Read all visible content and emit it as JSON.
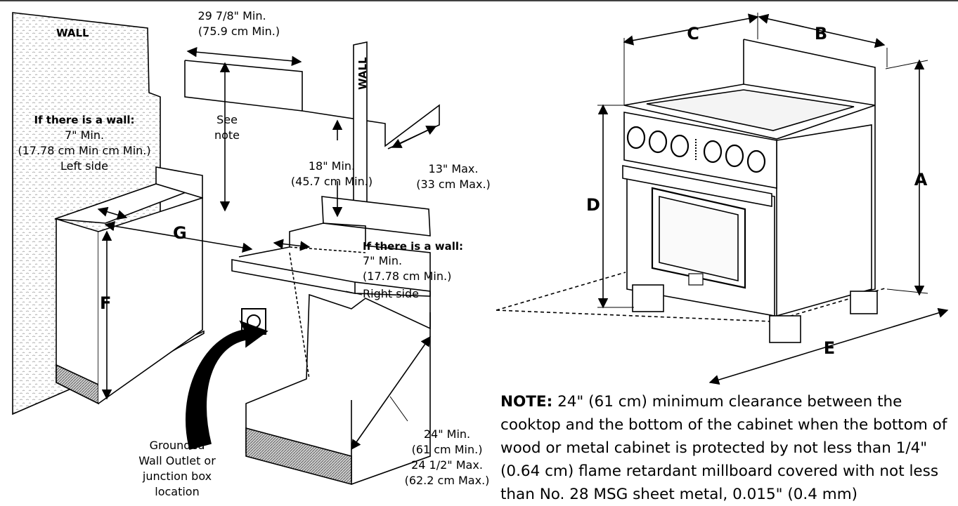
{
  "left": {
    "wall_top_left": "WALL",
    "wall_vertical": "WALL",
    "width_line1": "29 7/8\" Min.",
    "width_line2": "(75.9 cm Min.)",
    "see_note_1": "See",
    "see_note_2": "note",
    "left_wall_1": "If there is a wall:",
    "left_wall_2": "7\" Min.",
    "left_wall_3": "(17.78 cm Min cm Min.)",
    "left_wall_4": "Left side",
    "height_1": "18\" Min.",
    "height_2": "(45.7 cm Min.)",
    "depth_1": "13\" Max.",
    "depth_2": "(33 cm Max.)",
    "right_wall_1": "If there is a wall:",
    "right_wall_2": "7\" Min.",
    "right_wall_3": "(17.78 cm Min.)",
    "right_wall_4": "Right side",
    "letter_g": "G",
    "letter_f": "F",
    "outlet_1": "Grounded",
    "outlet_2": "Wall Outlet or",
    "outlet_3": "junction box",
    "outlet_4": "location",
    "cab_1": "24\" Min.",
    "cab_2": "(61 cm Min.)",
    "cab_3": "24 1/2\" Max.",
    "cab_4": "(62.2 cm Max.)"
  },
  "right": {
    "letter_a": "A",
    "letter_b": "B",
    "letter_c": "C",
    "letter_d": "D",
    "letter_e": "E"
  },
  "note": {
    "label": "NOTE:",
    "text": " 24\" (61 cm) minimum clearance between the cooktop and the bottom of the cabinet when the bottom of wood or metal cabinet is protected by not less than 1/4\" (0.64 cm) flame retardant millboard covered with not less than No. 28 MSG sheet metal, 0.015\" (0.4 mm)"
  }
}
